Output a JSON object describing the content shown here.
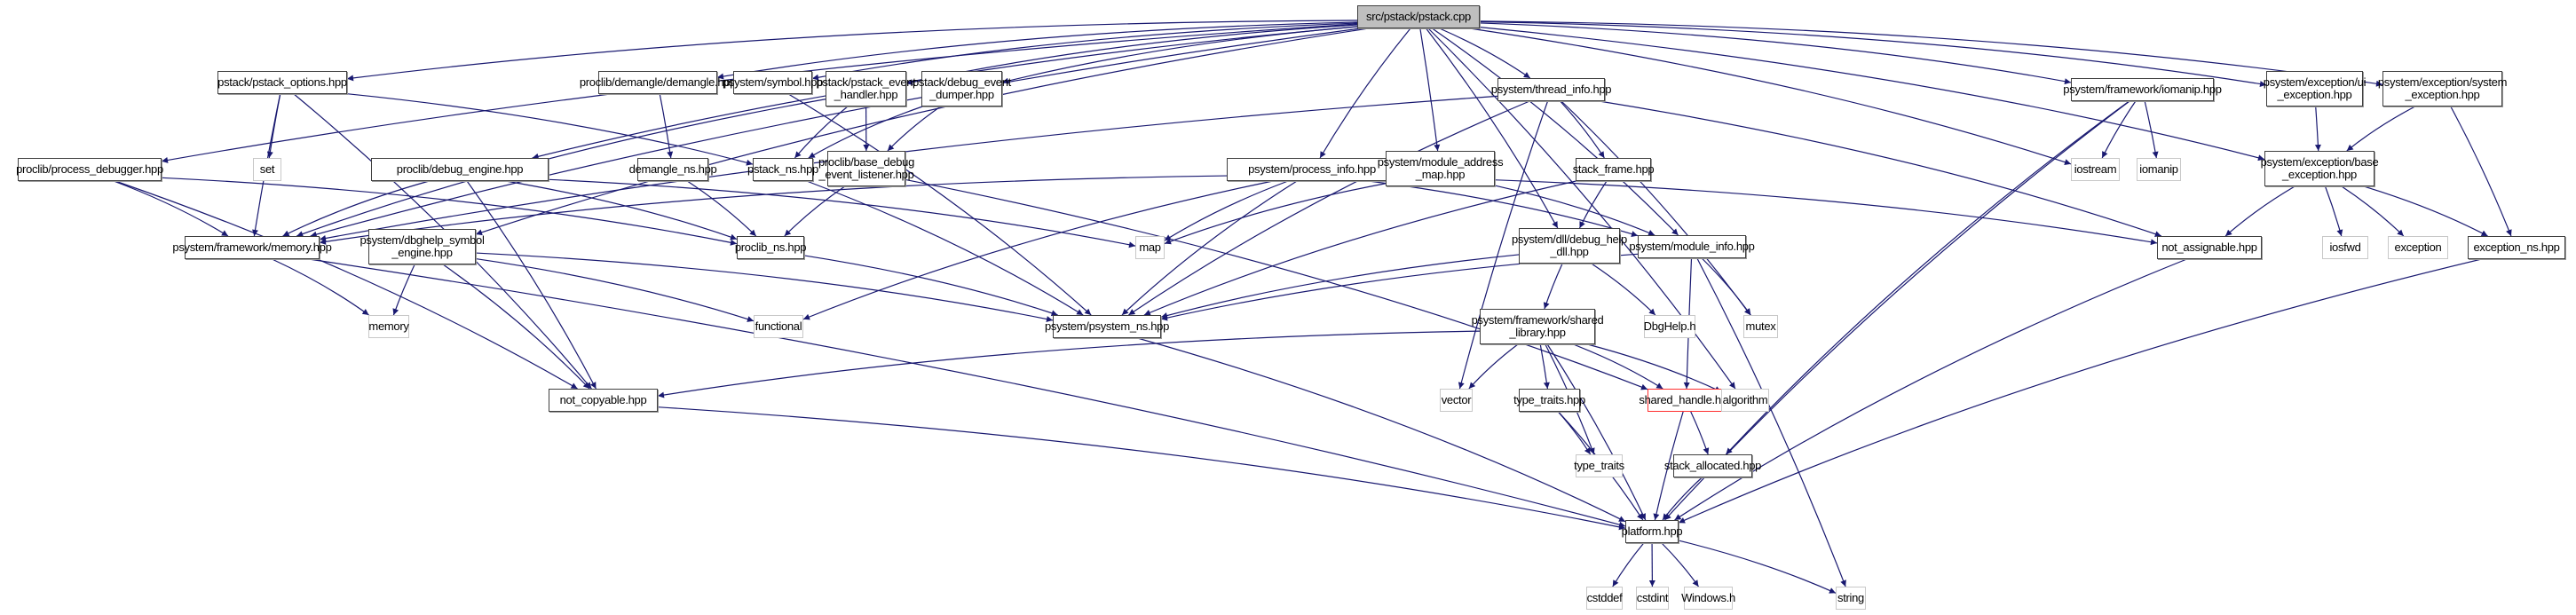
{
  "diagram": {
    "title": "src/pstack/pstack.cpp include dependency graph",
    "edge_color": "#191970",
    "nodes": [
      {
        "id": "root",
        "label": "src/pstack/pstack.cpp",
        "kind": "root"
      },
      {
        "id": "pstack_options",
        "label": "pstack/pstack_options.hpp",
        "kind": "file"
      },
      {
        "id": "demangle",
        "label": "proclib/demangle/demangle.hpp",
        "kind": "file"
      },
      {
        "id": "symbol",
        "label": "psystem/symbol.hpp",
        "kind": "file"
      },
      {
        "id": "pstack_event_handler",
        "label": "pstack/pstack_event\n_handler.hpp",
        "kind": "file"
      },
      {
        "id": "debug_event_dumper",
        "label": "pstack/debug_event\n_dumper.hpp",
        "kind": "file"
      },
      {
        "id": "thread_info",
        "label": "psystem/thread_info.hpp",
        "kind": "file"
      },
      {
        "id": "iomanip_hpp",
        "label": "psystem/framework/iomanip.hpp",
        "kind": "file"
      },
      {
        "id": "ui_exception",
        "label": "psystem/exception/ui\n_exception.hpp",
        "kind": "file"
      },
      {
        "id": "system_exception",
        "label": "psystem/exception/system\n_exception.hpp",
        "kind": "file"
      },
      {
        "id": "process_debugger",
        "label": "proclib/process_debugger.hpp",
        "kind": "file"
      },
      {
        "id": "set",
        "label": "set",
        "kind": "external"
      },
      {
        "id": "debug_engine",
        "label": "proclib/debug_engine.hpp",
        "kind": "file"
      },
      {
        "id": "demangle_ns",
        "label": "demangle_ns.hpp",
        "kind": "file"
      },
      {
        "id": "pstack_ns",
        "label": "pstack_ns.hpp",
        "kind": "file"
      },
      {
        "id": "base_debug_event_listener",
        "label": "proclib/base_debug\n_event_listener.hpp",
        "kind": "file"
      },
      {
        "id": "process_info",
        "label": "psystem/process_info.hpp",
        "kind": "file"
      },
      {
        "id": "module_address_map",
        "label": "psystem/module_address\n_map.hpp",
        "kind": "file"
      },
      {
        "id": "stack_frame",
        "label": "stack_frame.hpp",
        "kind": "file"
      },
      {
        "id": "iostream",
        "label": "iostream",
        "kind": "external"
      },
      {
        "id": "iomanip",
        "label": "iomanip",
        "kind": "external"
      },
      {
        "id": "base_exception",
        "label": "psystem/exception/base\n_exception.hpp",
        "kind": "file"
      },
      {
        "id": "memory_hpp",
        "label": "psystem/framework/memory.hpp",
        "kind": "file"
      },
      {
        "id": "dbghelp_symbol_engine",
        "label": "psystem/dbghelp_symbol\n_engine.hpp",
        "kind": "file"
      },
      {
        "id": "proclib_ns",
        "label": "proclib_ns.hpp",
        "kind": "file"
      },
      {
        "id": "map",
        "label": "map",
        "kind": "external"
      },
      {
        "id": "debug_help_dll",
        "label": "psystem/dll/debug_help\n_dll.hpp",
        "kind": "file"
      },
      {
        "id": "module_info",
        "label": "psystem/module_info.hpp",
        "kind": "file"
      },
      {
        "id": "not_assignable",
        "label": "not_assignable.hpp",
        "kind": "file"
      },
      {
        "id": "iosfwd",
        "label": "iosfwd",
        "kind": "external"
      },
      {
        "id": "exception",
        "label": "exception",
        "kind": "external"
      },
      {
        "id": "exception_ns",
        "label": "exception_ns.hpp",
        "kind": "file"
      },
      {
        "id": "memory",
        "label": "memory",
        "kind": "external"
      },
      {
        "id": "functional",
        "label": "functional",
        "kind": "external"
      },
      {
        "id": "psystem_ns",
        "label": "psystem/psystem_ns.hpp",
        "kind": "file"
      },
      {
        "id": "dbghelp_h",
        "label": "DbgHelp.h",
        "kind": "external"
      },
      {
        "id": "mutex",
        "label": "mutex",
        "kind": "external"
      },
      {
        "id": "shared_library",
        "label": "psystem/framework/shared\n_library.hpp",
        "kind": "file"
      },
      {
        "id": "not_copyable",
        "label": "not_copyable.hpp",
        "kind": "file"
      },
      {
        "id": "vector",
        "label": "vector",
        "kind": "external"
      },
      {
        "id": "type_traits_hpp",
        "label": "type_traits.hpp",
        "kind": "file"
      },
      {
        "id": "shared_handle",
        "label": "shared_handle.hpp",
        "kind": "missing"
      },
      {
        "id": "algorithm",
        "label": "algorithm",
        "kind": "external"
      },
      {
        "id": "type_traits",
        "label": "type_traits",
        "kind": "external"
      },
      {
        "id": "stack_allocated",
        "label": "stack_allocated.hpp",
        "kind": "file"
      },
      {
        "id": "platform",
        "label": "platform.hpp",
        "kind": "file"
      },
      {
        "id": "cstddef",
        "label": "cstddef",
        "kind": "external"
      },
      {
        "id": "cstdint",
        "label": "cstdint",
        "kind": "external"
      },
      {
        "id": "windows_h",
        "label": "Windows.h",
        "kind": "external"
      },
      {
        "id": "string",
        "label": "string",
        "kind": "external"
      }
    ],
    "edges": [
      [
        "root",
        "pstack_options"
      ],
      [
        "root",
        "demangle"
      ],
      [
        "root",
        "symbol"
      ],
      [
        "root",
        "pstack_event_handler"
      ],
      [
        "root",
        "debug_event_dumper"
      ],
      [
        "root",
        "thread_info"
      ],
      [
        "root",
        "iomanip_hpp"
      ],
      [
        "root",
        "ui_exception"
      ],
      [
        "root",
        "system_exception"
      ],
      [
        "root",
        "process_debugger"
      ],
      [
        "root",
        "debug_engine"
      ],
      [
        "root",
        "process_info"
      ],
      [
        "root",
        "module_address_map"
      ],
      [
        "root",
        "memory_hpp"
      ],
      [
        "root",
        "dbghelp_symbol_engine"
      ],
      [
        "root",
        "iostream"
      ],
      [
        "root",
        "base_exception"
      ],
      [
        "root",
        "module_info"
      ],
      [
        "root",
        "debug_help_dll"
      ],
      [
        "root",
        "algorithm"
      ],
      [
        "pstack_options",
        "set"
      ],
      [
        "pstack_options",
        "memory_hpp"
      ],
      [
        "pstack_options",
        "pstack_ns"
      ],
      [
        "pstack_options",
        "not_copyable"
      ],
      [
        "demangle",
        "demangle_ns"
      ],
      [
        "symbol",
        "psystem_ns"
      ],
      [
        "pstack_event_handler",
        "pstack_ns"
      ],
      [
        "pstack_event_handler",
        "base_debug_event_listener"
      ],
      [
        "pstack_event_handler",
        "memory_hpp"
      ],
      [
        "debug_event_dumper",
        "pstack_ns"
      ],
      [
        "debug_event_dumper",
        "base_debug_event_listener"
      ],
      [
        "thread_info",
        "stack_frame"
      ],
      [
        "thread_info",
        "memory_hpp"
      ],
      [
        "thread_info",
        "psystem_ns"
      ],
      [
        "thread_info",
        "vector"
      ],
      [
        "thread_info",
        "mutex"
      ],
      [
        "thread_info",
        "not_assignable"
      ],
      [
        "iomanip_hpp",
        "iostream"
      ],
      [
        "iomanip_hpp",
        "iomanip"
      ],
      [
        "iomanip_hpp",
        "stack_allocated"
      ],
      [
        "iomanip_hpp",
        "platform"
      ],
      [
        "ui_exception",
        "base_exception"
      ],
      [
        "system_exception",
        "base_exception"
      ],
      [
        "system_exception",
        "exception_ns"
      ],
      [
        "process_debugger",
        "memory_hpp"
      ],
      [
        "process_debugger",
        "proclib_ns"
      ],
      [
        "process_debugger",
        "not_copyable"
      ],
      [
        "debug_engine",
        "memory_hpp"
      ],
      [
        "debug_engine",
        "proclib_ns"
      ],
      [
        "debug_engine",
        "map"
      ],
      [
        "debug_engine",
        "not_copyable"
      ],
      [
        "demangle_ns",
        "proclib_ns"
      ],
      [
        "pstack_ns",
        "psystem_ns"
      ],
      [
        "base_debug_event_listener",
        "proclib_ns"
      ],
      [
        "base_debug_event_listener",
        "shared_handle"
      ],
      [
        "process_info",
        "memory_hpp"
      ],
      [
        "process_info",
        "map"
      ],
      [
        "process_info",
        "psystem_ns"
      ],
      [
        "process_info",
        "functional"
      ],
      [
        "process_info",
        "module_info"
      ],
      [
        "process_info",
        "not_assignable"
      ],
      [
        "module_address_map",
        "map"
      ],
      [
        "module_address_map",
        "module_info"
      ],
      [
        "stack_frame",
        "debug_help_dll"
      ],
      [
        "stack_frame",
        "psystem_ns"
      ],
      [
        "base_exception",
        "not_assignable"
      ],
      [
        "base_exception",
        "iosfwd"
      ],
      [
        "base_exception",
        "exception"
      ],
      [
        "base_exception",
        "exception_ns"
      ],
      [
        "memory_hpp",
        "memory"
      ],
      [
        "memory_hpp",
        "platform"
      ],
      [
        "dbghelp_symbol_engine",
        "memory"
      ],
      [
        "dbghelp_symbol_engine",
        "functional"
      ],
      [
        "dbghelp_symbol_engine",
        "not_copyable"
      ],
      [
        "dbghelp_symbol_engine",
        "psystem_ns"
      ],
      [
        "proclib_ns",
        "psystem_ns"
      ],
      [
        "debug_help_dll",
        "dbghelp_h"
      ],
      [
        "debug_help_dll",
        "shared_library"
      ],
      [
        "debug_help_dll",
        "psystem_ns"
      ],
      [
        "module_info",
        "mutex"
      ],
      [
        "module_info",
        "shared_handle"
      ],
      [
        "module_info",
        "string"
      ],
      [
        "module_info",
        "psystem_ns"
      ],
      [
        "not_assignable",
        "platform"
      ],
      [
        "exception_ns",
        "platform"
      ],
      [
        "psystem_ns",
        "platform"
      ],
      [
        "shared_library",
        "vector"
      ],
      [
        "shared_library",
        "type_traits_hpp"
      ],
      [
        "shared_library",
        "shared_handle"
      ],
      [
        "shared_library",
        "algorithm"
      ],
      [
        "shared_library",
        "type_traits"
      ],
      [
        "shared_library",
        "platform"
      ],
      [
        "shared_library",
        "not_copyable"
      ],
      [
        "type_traits_hpp",
        "type_traits"
      ],
      [
        "type_traits_hpp",
        "platform"
      ],
      [
        "shared_handle",
        "stack_allocated"
      ],
      [
        "shared_handle",
        "platform"
      ],
      [
        "stack_allocated",
        "platform"
      ],
      [
        "not_copyable",
        "platform"
      ],
      [
        "platform",
        "cstddef"
      ],
      [
        "platform",
        "cstdint"
      ],
      [
        "platform",
        "windows_h"
      ],
      [
        "platform",
        "string"
      ]
    ]
  }
}
